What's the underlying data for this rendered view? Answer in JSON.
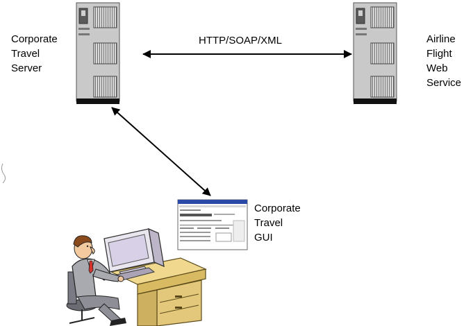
{
  "connection_label": "HTTP/SOAP/XML",
  "corporate_server": {
    "lines": [
      "Corporate",
      "Travel",
      "Server"
    ]
  },
  "airline_service": {
    "lines": [
      "Airline",
      "Flight",
      "Web",
      "Service"
    ]
  },
  "gui": {
    "lines": [
      "Corporate",
      "Travel",
      "GUI"
    ]
  },
  "colors": {
    "server_body": "#c9c9c9",
    "server_shadow": "#7a7a7a",
    "desk": "#e3c77a",
    "monitor": "#e9e6ef",
    "person_suit": "#a9a9b0",
    "tie": "#d6322c"
  }
}
